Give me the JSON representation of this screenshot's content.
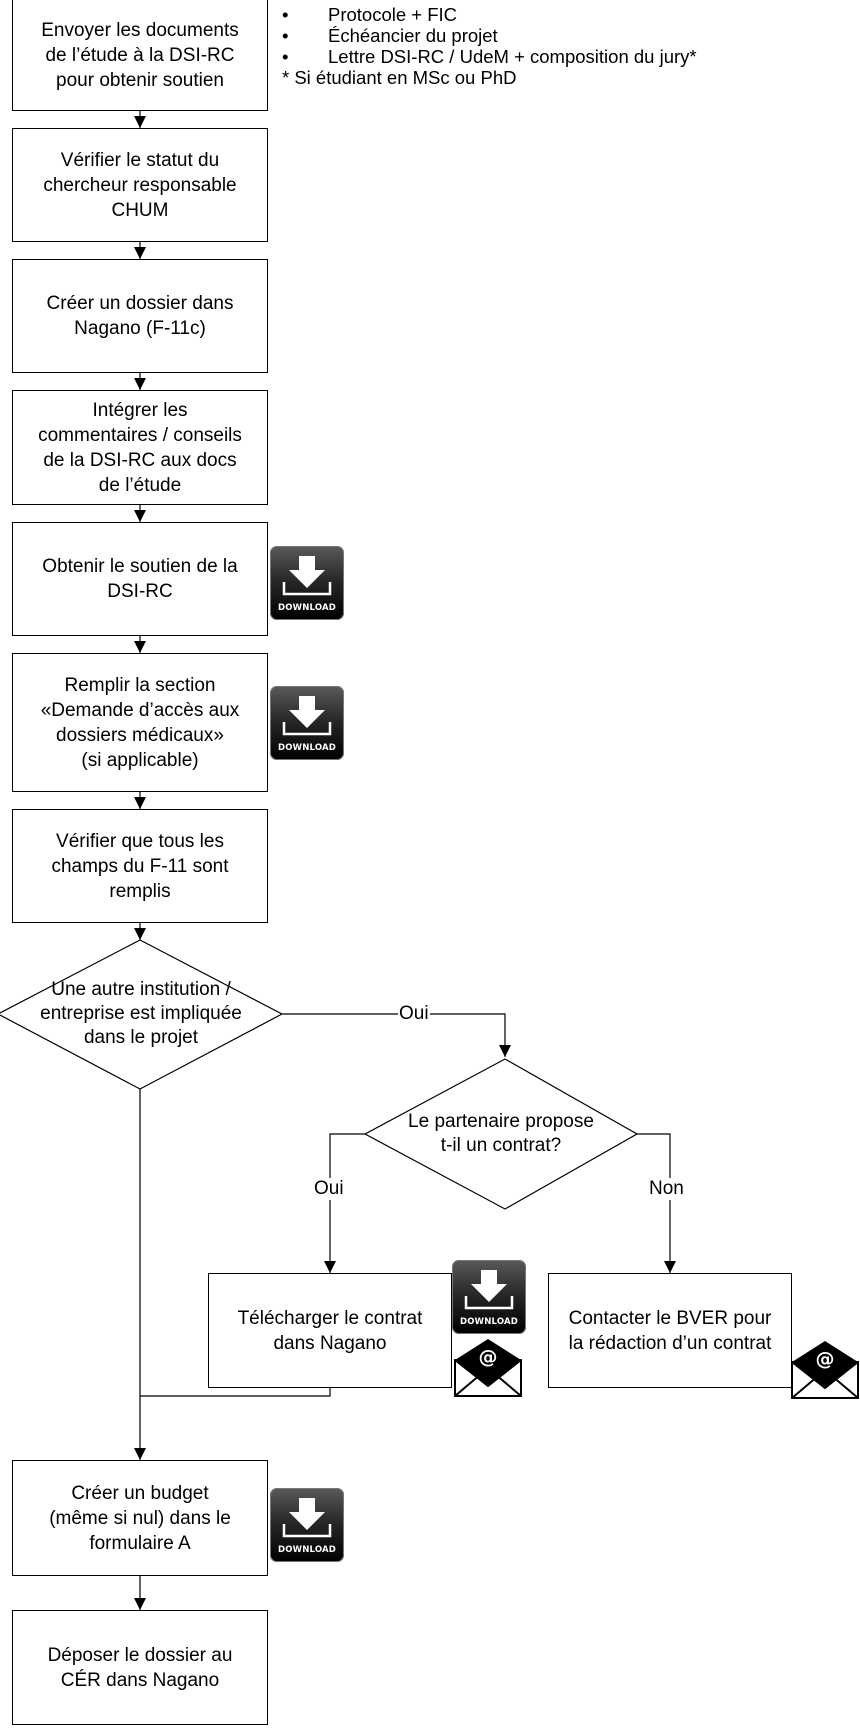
{
  "notes": {
    "items": [
      "Protocole + FIC",
      "Échéancier du projet",
      "Lettre DSI-RC / UdeM + composition du jury*"
    ],
    "footnote": "* Si étudiant en MSc ou PhD"
  },
  "steps": {
    "send_docs": [
      "Envoyer les documents",
      "de l’étude à la DSI-RC",
      "pour obtenir soutien"
    ],
    "verify_status": [
      "Vérifier le statut du",
      "chercheur responsable",
      "CHUM"
    ],
    "create_folder": [
      "Créer un dossier dans",
      "Nagano (F-11c)"
    ],
    "integrate_comments": [
      "Intégrer les",
      "commentaires / conseils",
      "de la DSI-RC aux docs",
      "de l’étude"
    ],
    "obtain_support": [
      "Obtenir le soutien de la",
      "DSI-RC"
    ],
    "fill_section": [
      "Remplir la section",
      "«Demande d’accès aux",
      "dossiers médicaux»",
      "(si applicable)"
    ],
    "verify_fields": [
      "Vérifier que tous les",
      "champs du F-11 sont",
      "remplis"
    ],
    "download_contract": [
      "Télécharger le contrat",
      "dans Nagano"
    ],
    "contact_bver": [
      "Contacter le BVER pour",
      "la rédaction d’un contrat"
    ],
    "create_budget": [
      "Créer un budget",
      "(même si nul) dans le",
      "formulaire A"
    ],
    "submit_cer": [
      "Déposer le dossier au",
      "CÉR dans Nagano"
    ]
  },
  "decisions": {
    "other_institution": [
      "Une autre institution /",
      "entreprise est impliquée",
      "dans le projet"
    ],
    "partner_contract": [
      "Le partenaire propose",
      "t-il un contrat?"
    ]
  },
  "edge_labels": {
    "oui_1": "Oui",
    "oui_2": "Oui",
    "non": "Non"
  },
  "download_label": "DOWNLOAD",
  "email_symbol": "@"
}
